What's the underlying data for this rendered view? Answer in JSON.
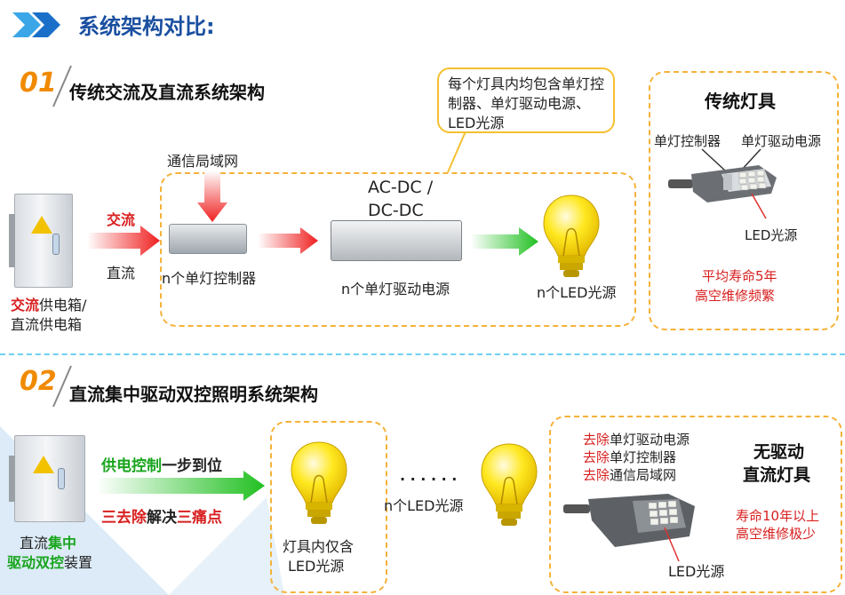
{
  "title": "系统架构对比:",
  "colors": {
    "title_blue": "#1a4fa0",
    "accent_orange": "#f08a00",
    "box_dash": "#f5b23a",
    "red": "#d82020",
    "green": "#19a51e"
  },
  "section1": {
    "number": "01",
    "title": "传统交流及直流系统架构",
    "callout": "每个灯具内均包含单灯控制器、单灯驱动电源、LED光源",
    "network_label": "通信局域网",
    "ac_label": "交流",
    "dc_label": "直流",
    "cabinet_label_1a": "交流",
    "cabinet_label_1b": "供电箱/",
    "cabinet_label_2": "直流供电箱",
    "controller_label": "n个单灯控制器",
    "acdc_label_1": "AC-DC /",
    "acdc_label_2": "DC-DC",
    "driver_label": "n个单灯驱动电源",
    "led_label": "n个LED光源",
    "traditional": {
      "title": "传统灯具",
      "ctrl_label": "单灯控制器",
      "driver_label": "单灯驱动电源",
      "led_label": "LED光源",
      "note_1": "平均寿命5年",
      "note_2": "高空维修频繁"
    }
  },
  "section2": {
    "number": "02",
    "title": "直流集中驱动双控照明系统架构",
    "slogan1_a": "供电控制",
    "slogan1_b": "一步到位",
    "slogan2_a": "三去除",
    "slogan2_b": "解决",
    "slogan2_c": "三痛点",
    "cabinet_1a": "直流",
    "cabinet_1b": "集中",
    "cabinet_2a": "驱动双控",
    "cabinet_2b": "装置",
    "lamp_label_1": "灯具内仅含",
    "lamp_label_2": "LED光源",
    "dots": "· · · · · ·",
    "n_led_label": "n个LED光源",
    "removed": [
      {
        "prefix": "去除",
        "text": "单灯驱动电源"
      },
      {
        "prefix": "去除",
        "text": "单灯控制器"
      },
      {
        "prefix": "去除",
        "text": "通信局域网"
      }
    ],
    "new_title_1": "无驱动",
    "new_title_2": "直流灯具",
    "new_note_1": "寿命10年以上",
    "new_note_2": "高空维修极少",
    "new_led_label": "LED光源"
  }
}
